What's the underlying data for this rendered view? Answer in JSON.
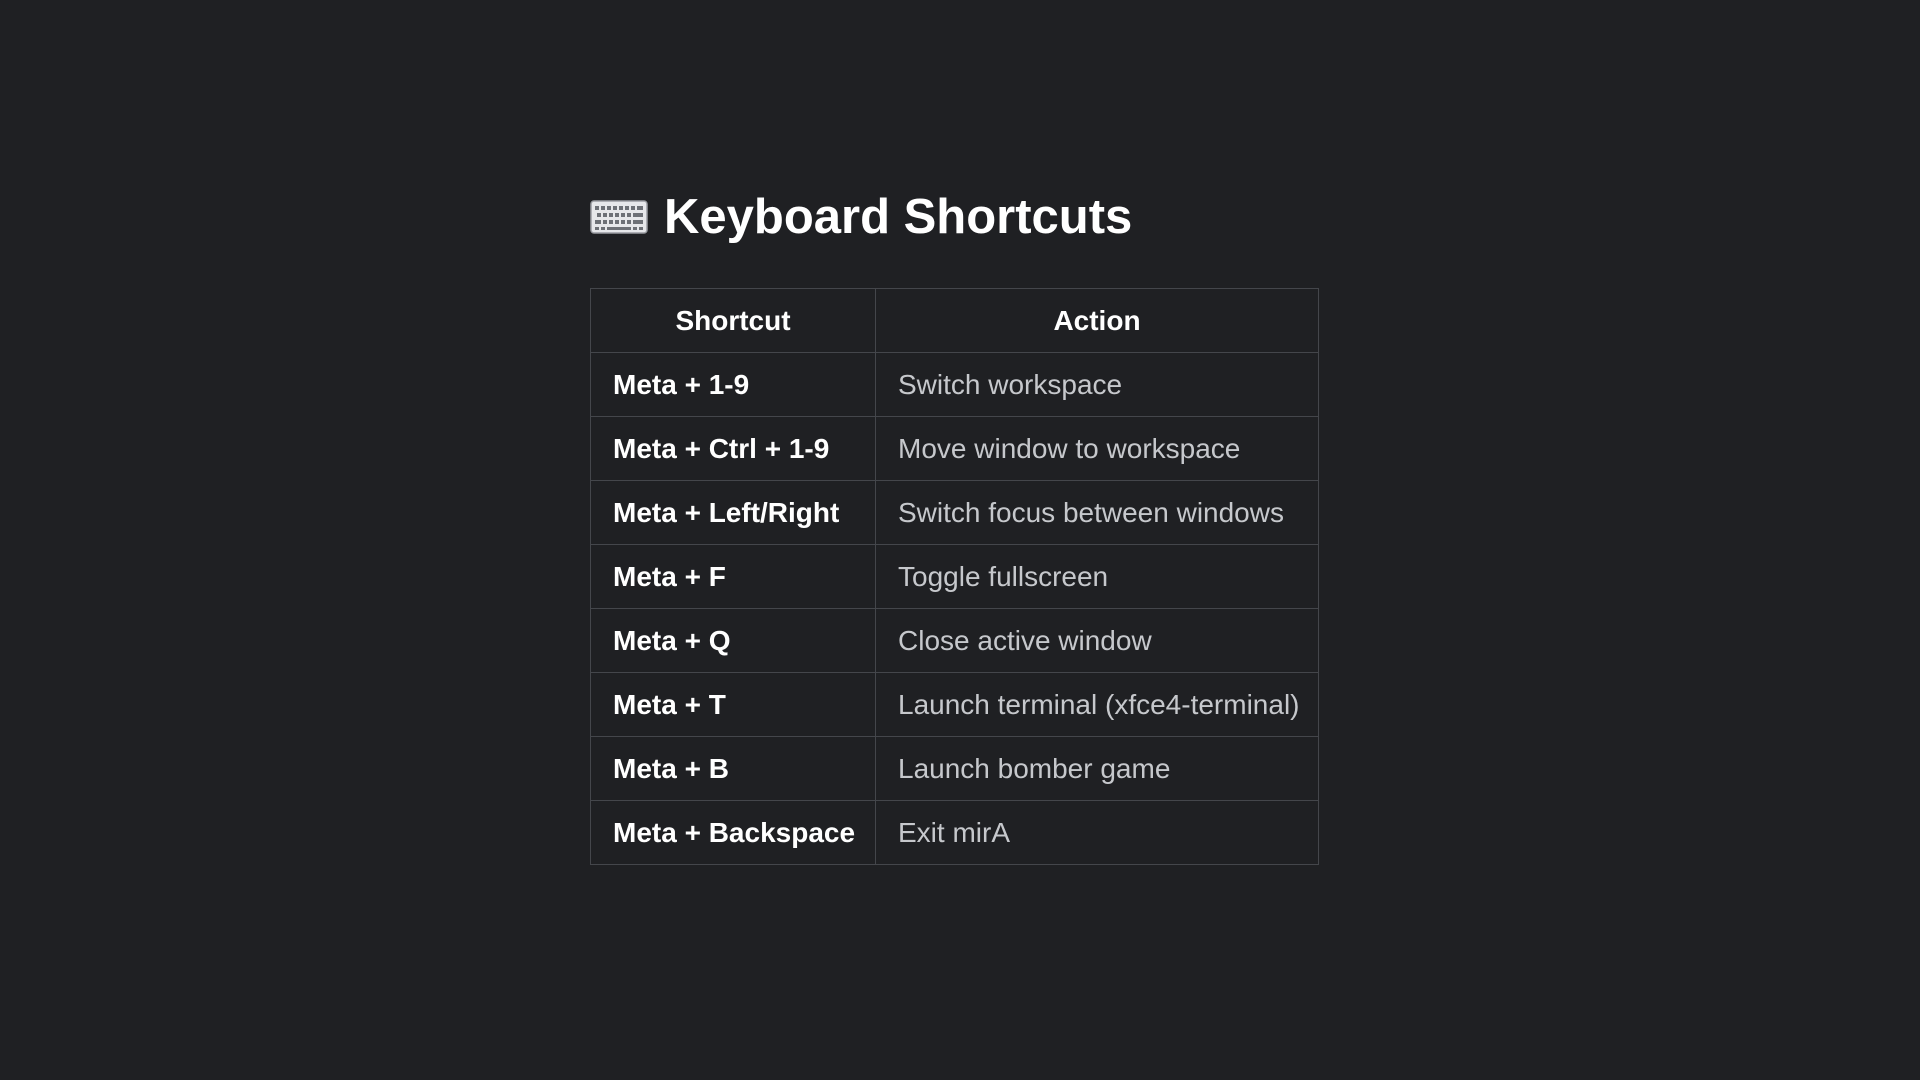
{
  "title": "Keyboard Shortcuts",
  "title_icon": "keyboard-icon",
  "table": {
    "headers": [
      "Shortcut",
      "Action"
    ],
    "rows": [
      {
        "shortcut": "Meta + 1-9",
        "action": "Switch workspace"
      },
      {
        "shortcut": "Meta + Ctrl + 1-9",
        "action": "Move window to workspace"
      },
      {
        "shortcut": "Meta + Left/Right",
        "action": "Switch focus between windows"
      },
      {
        "shortcut": "Meta + F",
        "action": "Toggle fullscreen"
      },
      {
        "shortcut": "Meta + Q",
        "action": "Close active window"
      },
      {
        "shortcut": "Meta + T",
        "action": "Launch terminal (xfce4-terminal)"
      },
      {
        "shortcut": "Meta + B",
        "action": "Launch bomber game"
      },
      {
        "shortcut": "Meta + Backspace",
        "action": "Exit mirA"
      }
    ]
  },
  "colors": {
    "background": "#1f2023",
    "border": "#44464b",
    "shortcut_text": "#ffffff",
    "action_text": "#c6c8cc"
  }
}
